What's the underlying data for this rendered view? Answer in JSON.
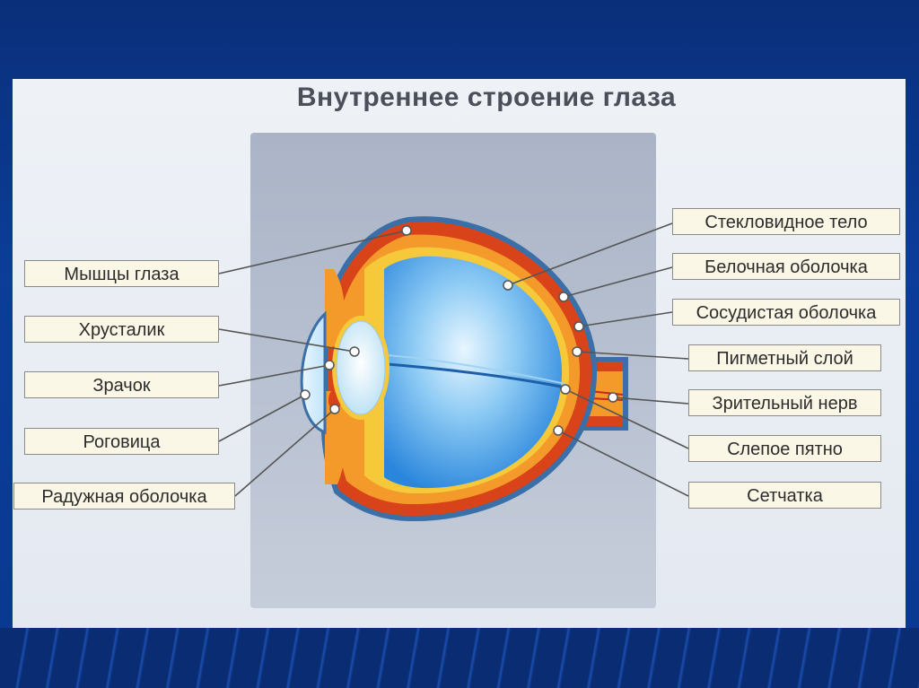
{
  "title": "Внутреннее строение глаза",
  "labels": {
    "muscles": "Мышцы глаза",
    "lens": "Хрусталик",
    "pupil": "Зрачок",
    "cornea": "Роговица",
    "iris": "Радужная оболочка",
    "vitreous": "Стекловидное тело",
    "sclera": "Белочная оболочка",
    "choroid": "Сосудистая оболочка",
    "pigment": "Пигметный слой",
    "optic_nerve": "Зрительный нерв",
    "blind_spot": "Слепое пятно",
    "retina": "Сетчатка"
  },
  "colors": {
    "sclera_outer": "#d9431a",
    "choroid": "#f49a2a",
    "retina": "#f6c93a",
    "vitreous": "#2f8ee0",
    "lens": "#e6f3fb",
    "outline": "#3a6fa8",
    "label_bg": "#fbf7e6"
  }
}
